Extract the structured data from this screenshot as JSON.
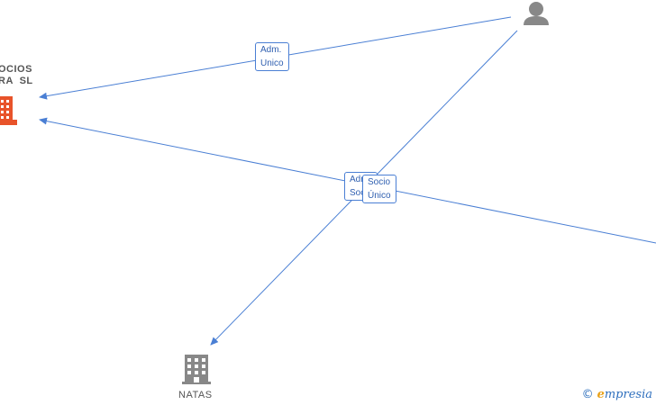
{
  "nodes": {
    "company_top": {
      "label": "OCIOS\nRA  SL",
      "icon": "building-icon",
      "color": "#e8532a"
    },
    "company_bottom": {
      "label": "NATAS",
      "icon": "building-icon",
      "color": "#888888"
    },
    "person": {
      "icon": "person-icon",
      "color": "#888888"
    }
  },
  "edges": [
    {
      "label": "Adm.\nUnico"
    },
    {
      "label": "Adm.\nSocio"
    },
    {
      "label": "Socio\nÚnico"
    }
  ],
  "colors": {
    "edge": "#4a7fd4"
  },
  "watermark": {
    "copyright": "©",
    "e": "e",
    "brand": "mpresia"
  }
}
